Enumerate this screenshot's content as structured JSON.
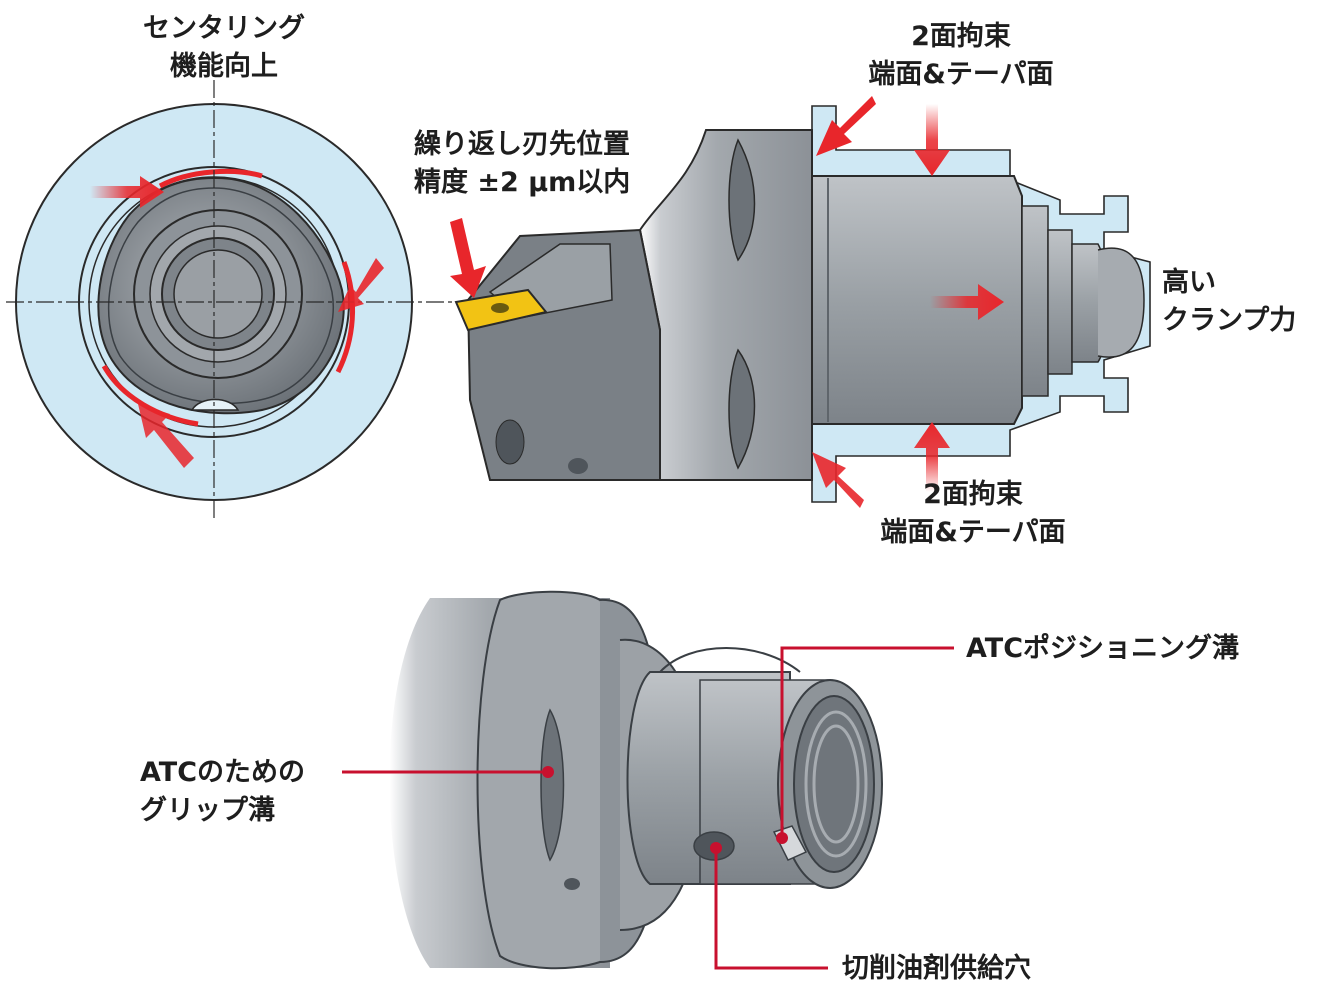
{
  "labels": {
    "centering": {
      "line1": "センタリング",
      "line2": "機能向上"
    },
    "repeat": {
      "line1": "繰り返し刃先位置",
      "line2": "精度 ±2 μm以内"
    },
    "top_constraint": {
      "line1": "2面拘束",
      "line2": "端面&テーパ面"
    },
    "bottom_constraint": {
      "line1": "2面拘束",
      "line2": "端面&テーパ面"
    },
    "clamp": {
      "line1": "高い",
      "line2": "クランプ力"
    },
    "atc_positioning": "ATCポジショニング溝",
    "atc_grip": {
      "line1": "ATCのための",
      "line2": "グリップ溝"
    },
    "coolant": "切削油剤供給穴"
  },
  "colors": {
    "arrow_red": "#e8262b",
    "leader_red": "#c8102e",
    "light_blue": "#cfe8f4",
    "steel_gray": "#8a9096",
    "insert_yellow": "#f2c314"
  }
}
